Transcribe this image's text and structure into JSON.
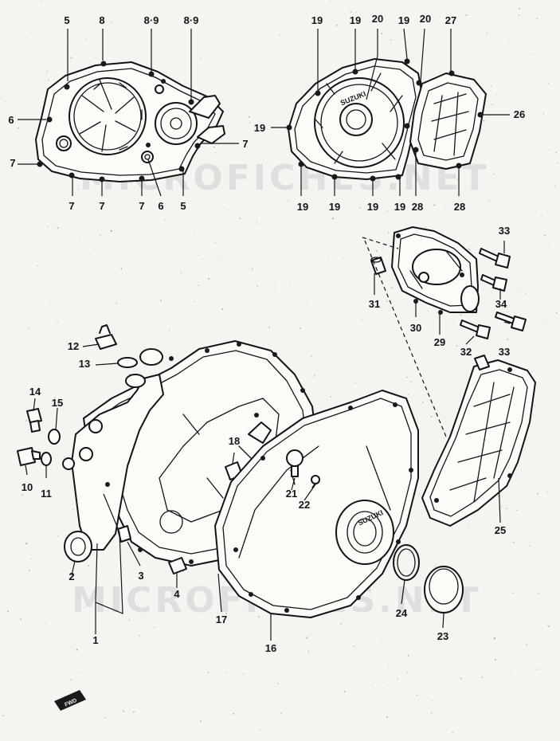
{
  "watermarks": [
    "MICROFICHES.NET",
    "MICROFICHES.NET"
  ],
  "emblem_text": "SUZUKI",
  "front_arrow": "FWD",
  "callouts": [
    {
      "label": "5"
    },
    {
      "label": "8"
    },
    {
      "label": "8·9"
    },
    {
      "label": "8·9"
    },
    {
      "label": "6"
    },
    {
      "label": "7"
    },
    {
      "label": "7"
    },
    {
      "label": "7"
    },
    {
      "label": "7"
    },
    {
      "label": "7"
    },
    {
      "label": "6"
    },
    {
      "label": "5"
    },
    {
      "label": "19"
    },
    {
      "label": "19"
    },
    {
      "label": "20"
    },
    {
      "label": "19"
    },
    {
      "label": "20"
    },
    {
      "label": "27"
    },
    {
      "label": "19"
    },
    {
      "label": "26"
    },
    {
      "label": "19"
    },
    {
      "label": "19"
    },
    {
      "label": "19"
    },
    {
      "label": "19"
    },
    {
      "label": "28"
    },
    {
      "label": "28"
    },
    {
      "label": "33"
    },
    {
      "label": "34"
    },
    {
      "label": "31"
    },
    {
      "label": "30"
    },
    {
      "label": "29"
    },
    {
      "label": "32"
    },
    {
      "label": "33"
    },
    {
      "label": "12"
    },
    {
      "label": "13"
    },
    {
      "label": "14"
    },
    {
      "label": "15"
    },
    {
      "label": "10"
    },
    {
      "label": "11"
    },
    {
      "label": "18"
    },
    {
      "label": "21"
    },
    {
      "label": "22"
    },
    {
      "label": "2"
    },
    {
      "label": "3"
    },
    {
      "label": "4"
    },
    {
      "label": "1"
    },
    {
      "label": "17"
    },
    {
      "label": "16"
    },
    {
      "label": "24"
    },
    {
      "label": "23"
    },
    {
      "label": "25"
    }
  ]
}
